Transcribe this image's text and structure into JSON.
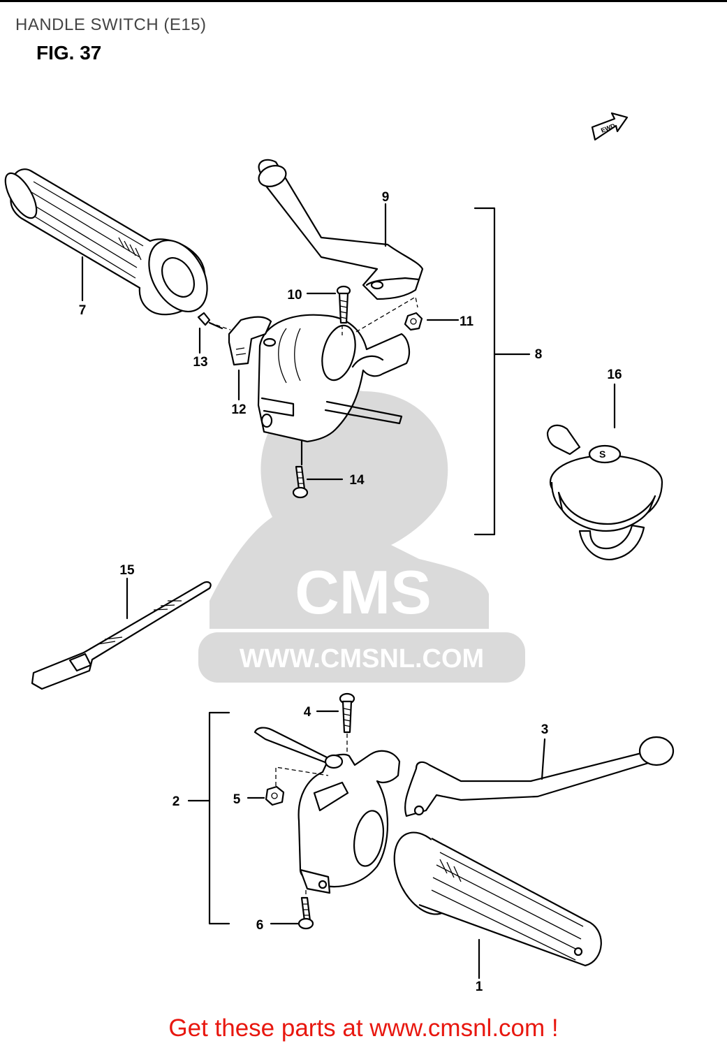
{
  "page": {
    "title": "HANDLE SWITCH (E15)",
    "figure": "FIG. 37",
    "footer": "Get these parts at www.cmsnl.com !",
    "watermark": {
      "logo_text": "CMS",
      "url_text": "WWW.CMSNL.COM"
    },
    "direction_marker_icon": "forward-arrow-icon"
  },
  "callouts": [
    {
      "id": "1",
      "label": "1"
    },
    {
      "id": "2",
      "label": "2"
    },
    {
      "id": "3",
      "label": "3"
    },
    {
      "id": "4",
      "label": "4"
    },
    {
      "id": "5",
      "label": "5"
    },
    {
      "id": "6",
      "label": "6"
    },
    {
      "id": "7",
      "label": "7"
    },
    {
      "id": "8",
      "label": "8"
    },
    {
      "id": "9",
      "label": "9"
    },
    {
      "id": "10",
      "label": "10"
    },
    {
      "id": "11",
      "label": "11"
    },
    {
      "id": "12",
      "label": "12"
    },
    {
      "id": "13",
      "label": "13"
    },
    {
      "id": "14",
      "label": "14"
    },
    {
      "id": "15",
      "label": "15"
    },
    {
      "id": "16",
      "label": "16"
    }
  ],
  "colors": {
    "footer": "#e8170f",
    "title": "#444444",
    "line": "#000000",
    "watermark": "#d6d6d6"
  }
}
